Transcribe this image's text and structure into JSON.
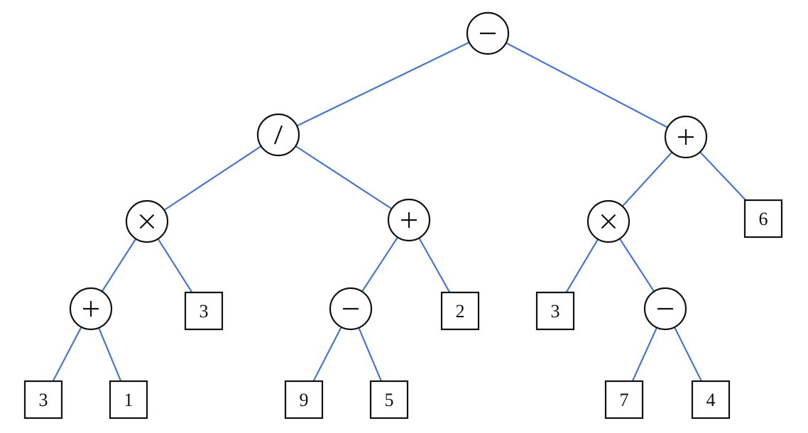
{
  "diagram": {
    "type": "expression-tree",
    "root": {
      "op": "minus",
      "children": [
        {
          "op": "divide",
          "children": [
            {
              "op": "times",
              "children": [
                {
                  "op": "plus",
                  "children": [
                    {
                      "value": "3"
                    },
                    {
                      "value": "1"
                    }
                  ]
                },
                {
                  "value": "3"
                }
              ]
            },
            {
              "op": "plus",
              "children": [
                {
                  "op": "minus",
                  "children": [
                    {
                      "value": "9"
                    },
                    {
                      "value": "5"
                    }
                  ]
                },
                {
                  "value": "2"
                }
              ]
            }
          ]
        },
        {
          "op": "plus",
          "children": [
            {
              "op": "times",
              "children": [
                {
                  "value": "3"
                },
                {
                  "op": "minus",
                  "children": [
                    {
                      "value": "7"
                    },
                    {
                      "value": "4"
                    }
                  ]
                }
              ]
            },
            {
              "value": "6"
            }
          ]
        }
      ]
    },
    "colors": {
      "edge": "#4a74d0",
      "node_stroke": "#111111",
      "background": "#ffffff"
    }
  }
}
